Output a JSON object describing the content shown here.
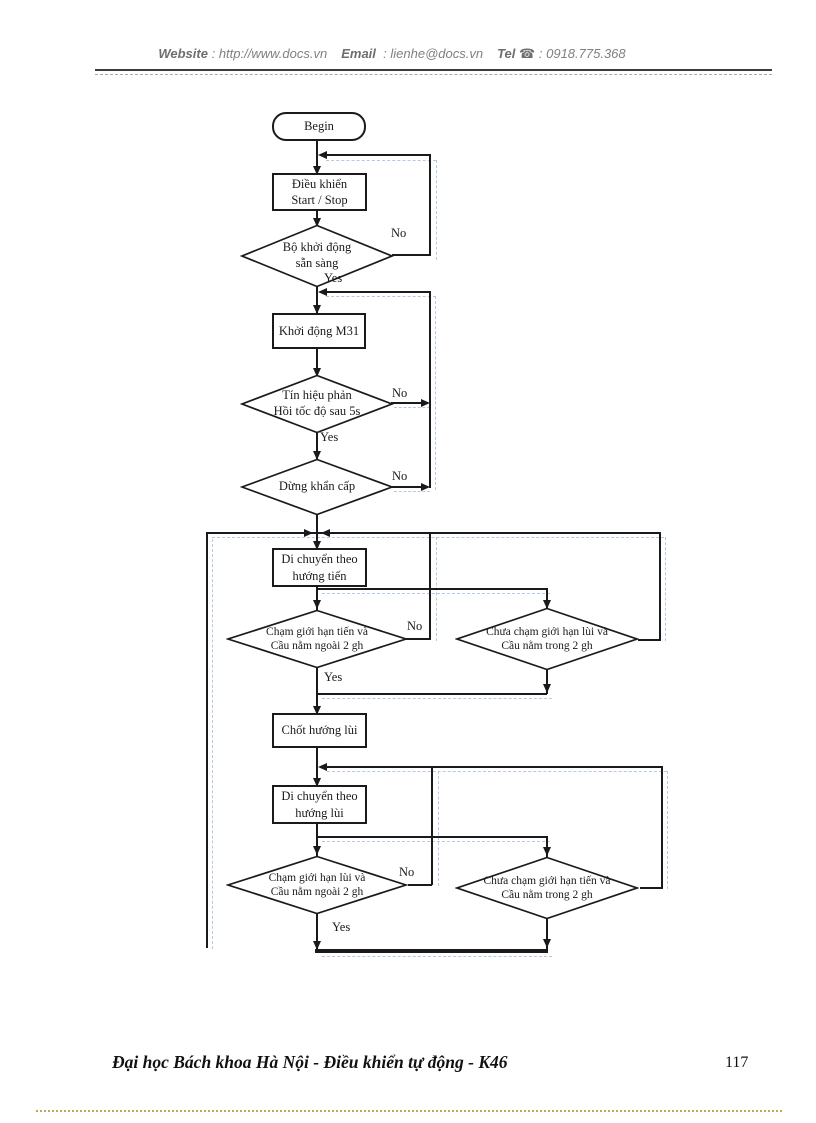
{
  "header": {
    "website_label": "Website",
    "colon1": ":",
    "website_url": "http://www.docs.vn",
    "email_label": "Email",
    "colon2": ":",
    "email_address": "lienhe@docs.vn",
    "tel_label": "Tel",
    "tel_icon": "☎",
    "colon3": ":",
    "tel_number": "0918.775.368"
  },
  "flowchart": {
    "nodes": {
      "begin": {
        "line1": "Begin",
        "line2": ""
      },
      "control_start_stop": {
        "line1": "Điều khiển",
        "line2": "Start / Stop"
      },
      "starter_ready": {
        "line1": "Bộ khởi động",
        "line2": "sẵn sàng"
      },
      "start_m31": {
        "line1": "Khởi động M31",
        "line2": ""
      },
      "speed_feedback": {
        "line1": "Tín hiệu phản",
        "line2": "Hồi tốc độ sau 5s"
      },
      "emergency_stop": {
        "line1": "Dừng khẩn cấp",
        "line2": ""
      },
      "move_forward": {
        "line1": "Di chuyển theo",
        "line2": "hướng tiến"
      },
      "fwd_limit_hit": {
        "line1": "Chạm giới hạn tiến và",
        "line2": "Cầu nằm ngoài 2 gh"
      },
      "rev_limit_not_hit": {
        "line1": "Chưa chạm giới hạn lùi và",
        "line2": "Cầu nằm trong 2 gh"
      },
      "latch_reverse": {
        "line1": "Chốt hướng lùi",
        "line2": ""
      },
      "move_reverse": {
        "line1": "Di chuyển theo",
        "line2": "hướng lùi"
      },
      "rev_limit_hit": {
        "line1": "Chạm giới hạn lùi và",
        "line2": "Cầu nằm ngoài 2 gh"
      },
      "fwd_limit_not_hit": {
        "line1": "Chưa chạm giới hạn tiến và",
        "line2": "Cầu nằm trong 2 gh"
      }
    },
    "labels": {
      "yes": "Yes",
      "no": "No"
    }
  },
  "footer": {
    "text": "Đại học Bách khoa Hà Nội - Điều khiển tự động - K46",
    "page_number": "117"
  },
  "colors": {
    "line": "#1a1a1a",
    "ghost_dash": "#b4c9e2",
    "header_text": "#808080",
    "dotted_rule": "#b9ab5e"
  }
}
